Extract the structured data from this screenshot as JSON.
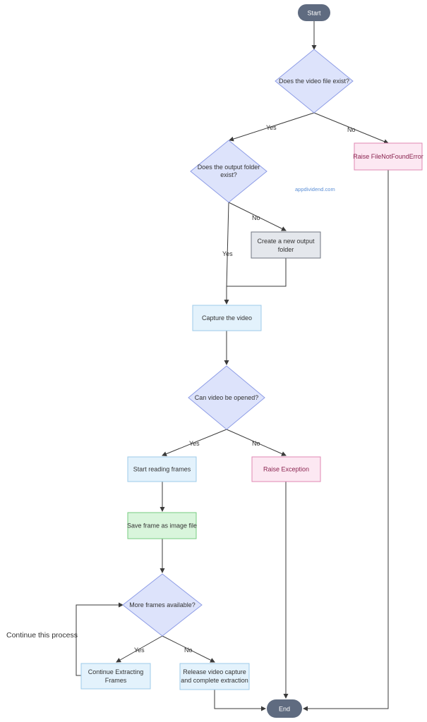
{
  "watermark": "appdividend.com",
  "side_note": "Continue this process",
  "nodes": {
    "start": {
      "label": "Start"
    },
    "file_exists": {
      "label": "Does the video file exist?"
    },
    "raise_fnf": {
      "label": "Raise FileNotFoundError"
    },
    "folder_exists": {
      "lines": [
        "Does the output folder",
        "exist?"
      ]
    },
    "create_folder": {
      "lines": [
        "Create a new output",
        "folder"
      ]
    },
    "capture": {
      "label": "Capture the video"
    },
    "can_open": {
      "label": "Can video be opened?"
    },
    "start_reading": {
      "label": "Start reading frames"
    },
    "raise_exception": {
      "label": "Raise Exception"
    },
    "save_frame": {
      "label": "Save frame as image file"
    },
    "more_frames": {
      "label": "More frames available?"
    },
    "continue_extracting": {
      "lines": [
        "Continue Extracting",
        "Frames"
      ]
    },
    "release": {
      "lines": [
        "Release video capture",
        "and complete extraction"
      ]
    },
    "end": {
      "label": "End"
    }
  },
  "edge_labels": {
    "file_yes": "Yes",
    "file_no": "No",
    "folder_no": "No",
    "folder_yes": "Yes",
    "open_yes": "Yes",
    "open_no": "No",
    "more_yes": "Yes",
    "more_no": "No"
  },
  "colors": {
    "terminal_fill": "#5f6b80",
    "decision_fill": "#dde3fb",
    "decision_stroke": "#8d9ce6",
    "process_fill": "#e3f2fc",
    "process_stroke": "#9dcbea",
    "error_fill": "#fce8f2",
    "error_stroke": "#e087b3",
    "error_text": "#8a2450",
    "grey_fill": "#e4e7ec",
    "grey_stroke": "#6f7680",
    "success_fill": "#d9f5dc",
    "success_stroke": "#77cc80",
    "line": "#3a3a3a",
    "watermark": "#5b8fd6"
  }
}
